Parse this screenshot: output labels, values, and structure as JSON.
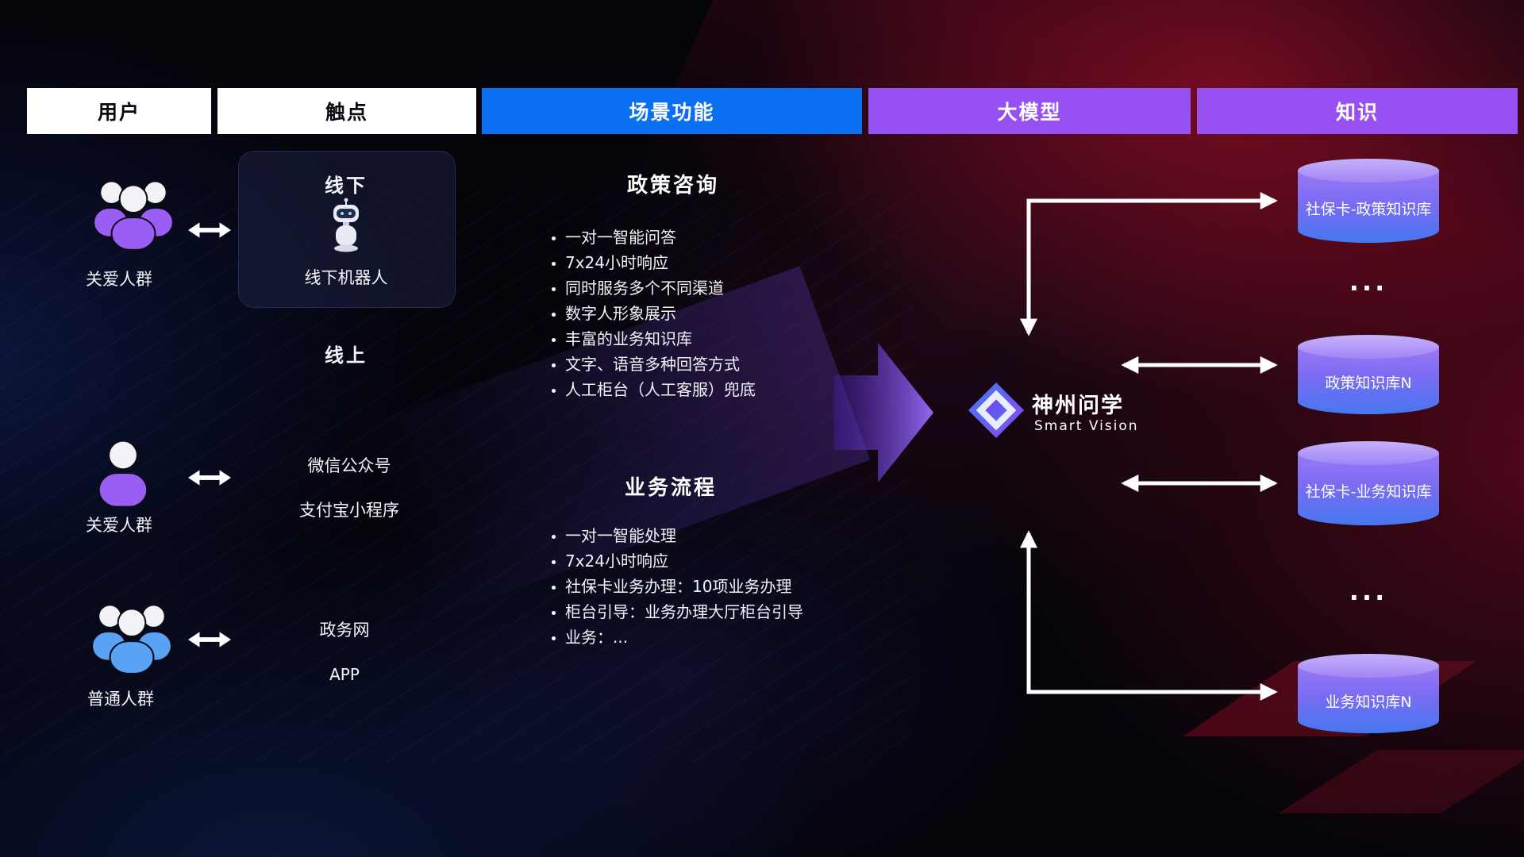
{
  "headers": [
    {
      "label": "用户"
    },
    {
      "label": "触点"
    },
    {
      "label": "场景功能"
    },
    {
      "label": "大模型"
    },
    {
      "label": "知识"
    }
  ],
  "users": [
    {
      "label": "关爱人群"
    },
    {
      "label": "关爱人群"
    },
    {
      "label": "普通人群"
    }
  ],
  "touchpoints": {
    "offline_title": "线下",
    "offline_robot_label": "线下机器人",
    "online_title": "线上",
    "wechat": "微信公众号",
    "alipay": "支付宝小程序",
    "gov_web": "政务网",
    "app": "APP"
  },
  "functions": {
    "policy": {
      "title": "政策咨询",
      "items": [
        "一对一智能问答",
        "7x24小时响应",
        "同时服务多个不同渠道",
        "数字人形象展示",
        "丰富的业务知识库",
        "文字、语音多种回答方式",
        "人工柜台（人工客服）兜底"
      ]
    },
    "business": {
      "title": "业务流程",
      "items": [
        "一对一智能处理",
        "7x24小时响应",
        "社保卡业务办理：10项业务办理",
        "柜台引导：业务办理大厅柜台引导",
        "业务：..."
      ]
    }
  },
  "model": {
    "name": "神州问学",
    "subtitle": "Smart Vision"
  },
  "knowledge": {
    "items": [
      "社保卡-政策知识库",
      "...",
      "政策知识库N",
      "社保卡-业务知识库",
      "...",
      "业务知识库N"
    ]
  },
  "colors": {
    "header_blue": "#0a6ff0",
    "header_purple": "#9750f2",
    "cylinder_top": "#c5b2fa",
    "cylinder_bottom": "#4577ef",
    "connector": "#ffffff"
  }
}
